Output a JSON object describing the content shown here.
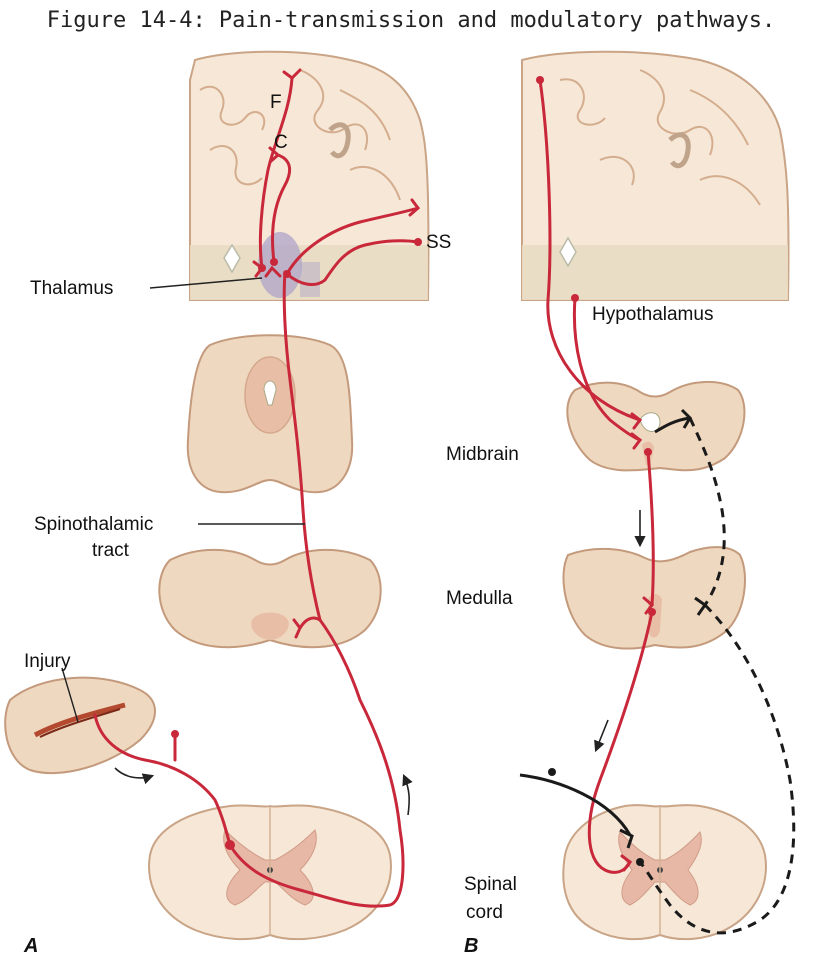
{
  "figure": {
    "title": "Figure 14-4: Pain-transmission and modulatory pathways."
  },
  "panel_a": {
    "letter": "A",
    "labels": {
      "f": "F",
      "c": "C",
      "ss": "SS",
      "thalamus": "Thalamus",
      "spinothalamic_line1": "Spinothalamic",
      "spinothalamic_line2": "tract",
      "injury": "Injury"
    }
  },
  "panel_b": {
    "letter": "B",
    "labels": {
      "hypothalamus": "Hypothalamus",
      "midbrain": "Midbrain",
      "medulla": "Medulla",
      "spinal_line1": "Spinal",
      "spinal_line2": "cord"
    }
  },
  "colors": {
    "pathway_red": "#c8283a",
    "modulatory_black": "#1a1a1a",
    "tissue": "#efd8c0",
    "thalamus_highlight": "#a9a0c8"
  }
}
